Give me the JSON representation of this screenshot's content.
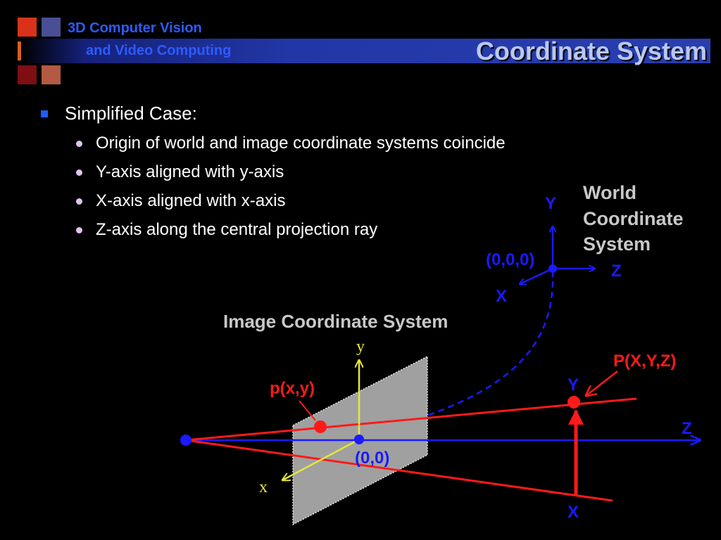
{
  "header": {
    "course_line1": "3D Computer Vision",
    "course_line2": "and Video Computing",
    "title": "Coordinate System",
    "logo_colors": [
      "#d9321a",
      "#4a4f95",
      "#d4601e",
      "#a52a3a",
      "#7d0f12",
      "#b35a43"
    ]
  },
  "content": {
    "main_bullet": "Simplified Case:",
    "sub_bullets": [
      "Origin of world and image coordinate systems coincide",
      "Y-axis aligned with y-axis",
      "X-axis aligned with x-axis",
      "Z-axis along the central projection ray"
    ]
  },
  "diagram": {
    "world_title": [
      "World",
      "Coordinate",
      "System"
    ],
    "image_title": "Image Coordinate System",
    "world_axes": {
      "y": "Y",
      "z": "Z",
      "x": "X",
      "origin": "(0,0,0)"
    },
    "image_axes": {
      "y": "y",
      "x": "x",
      "origin": "(0,0)"
    },
    "point_image": "p(x,y)",
    "point_world": "P(X,Y,Z)",
    "world_point_axes": {
      "y": "Y",
      "x": "X"
    },
    "main_axis_z": "Z",
    "colors": {
      "red": "#ff1a1a",
      "blue": "#1a1aff",
      "yellow": "#e6e63a",
      "gray_label": "#c8c8c8",
      "plane": "#a0a0a0"
    }
  }
}
